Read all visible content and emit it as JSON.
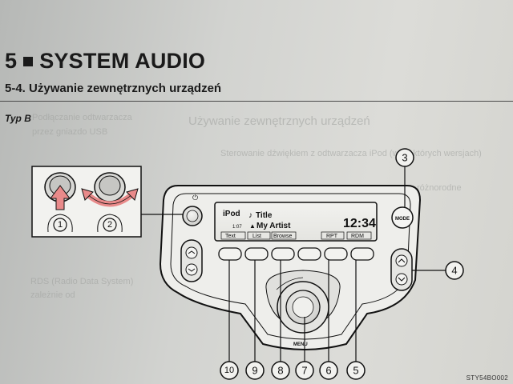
{
  "page": {
    "chapter_number": "5",
    "chapter_title": "SYSTEM AUDIO",
    "section_title": "5-4. Używanie zewnętrznych urządzeń",
    "variant_label": "Typ B",
    "image_code": "STY54BO002"
  },
  "display": {
    "source": "iPod",
    "title": "Title",
    "track": "1:07",
    "artist": "My Artist",
    "clock": "12:34",
    "softkeys": [
      "Text",
      "List",
      "Browse",
      "",
      "RPT",
      "RDM"
    ]
  },
  "unit": {
    "mode_label": "MODE",
    "menu_label": "MENU"
  },
  "legend": {
    "gesture_1": "1",
    "gesture_2": "2"
  },
  "callouts": [
    "3",
    "4",
    "5",
    "6",
    "7",
    "8",
    "9",
    "10"
  ]
}
